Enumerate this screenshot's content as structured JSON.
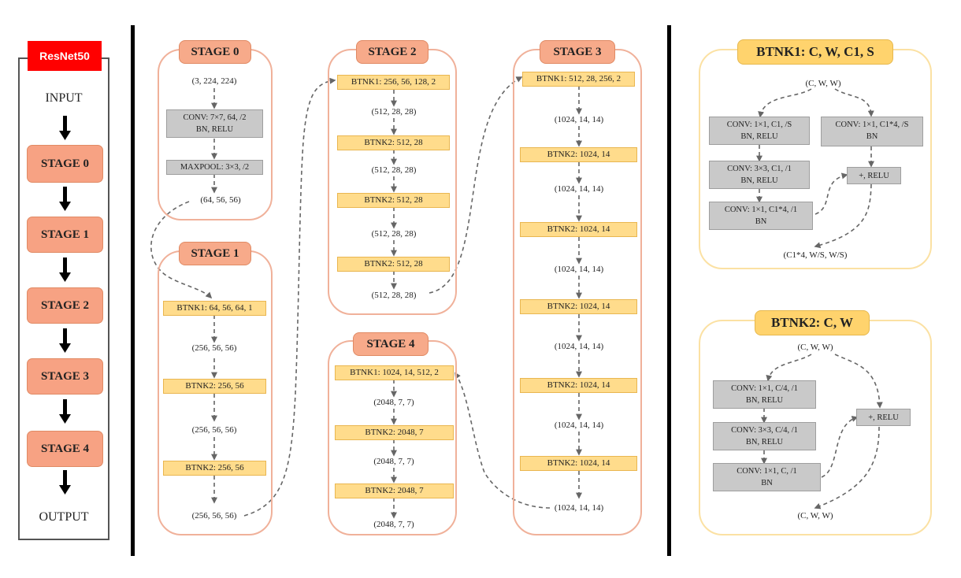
{
  "left": {
    "badge": "ResNet50",
    "input": "INPUT",
    "output": "OUTPUT",
    "stages": [
      "STAGE 0",
      "STAGE 1",
      "STAGE 2",
      "STAGE 3",
      "STAGE 4"
    ]
  },
  "stage0": {
    "title": "STAGE 0",
    "in_shape": "(3, 224, 224)",
    "conv_l1": "CONV:  7×7, 64, /2",
    "conv_l2": "BN, RELU",
    "maxpool": "MAXPOOL:  3×3, /2",
    "out_shape": "(64, 56, 56)"
  },
  "stage1": {
    "title": "STAGE 1",
    "b1": "BTNK1:  64, 56, 64, 1",
    "s1": "(256, 56, 56)",
    "b2": "BTNK2:  256, 56",
    "s2": "(256, 56, 56)",
    "b3": "BTNK2:  256, 56",
    "s3": "(256, 56, 56)"
  },
  "stage2": {
    "title": "STAGE 2",
    "b1": "BTNK1:  256, 56, 128, 2",
    "s1": "(512,  28, 28)",
    "b2": "BTNK2:  512, 28",
    "s2": "(512,  28, 28)",
    "b3": "BTNK2:  512, 28",
    "s3": "(512,  28, 28)",
    "b4": "BTNK2:  512, 28",
    "s4": "(512,  28, 28)"
  },
  "stage3": {
    "title": "STAGE 3",
    "b1": "BTNK1:  512, 28, 256, 2",
    "s1": "(1024, 14, 14)",
    "b2": "BTNK2:  1024, 14",
    "s2": "(1024, 14, 14)",
    "b3": "BTNK2:  1024, 14",
    "s3": "(1024, 14, 14)",
    "b4": "BTNK2:  1024, 14",
    "s4": "(1024, 14, 14)",
    "b5": "BTNK2:  1024, 14",
    "s5": "(1024, 14, 14)",
    "b6": "BTNK2:  1024, 14",
    "s6": "(1024, 14, 14)"
  },
  "stage4": {
    "title": "STAGE 4",
    "b1": "BTNK1:  1024, 14, 512, 2",
    "s1": "(2048,  7, 7)",
    "b2": "BTNK2:  2048, 7",
    "s2": "(2048,  7, 7)",
    "b3": "BTNK2:  2048, 7",
    "s3": "(2048,  7, 7)"
  },
  "btnk1": {
    "title": "BTNK1: C, W, C1, S",
    "in_shape": "(C,  W,  W)",
    "c1_l1": "CONV:  1×1, C1, /S",
    "c1_l2": "BN, RELU",
    "c2_l1": "CONV:  3×3, C1, /1",
    "c2_l2": "BN, RELU",
    "c3_l1": "CONV:  1×1, C1*4, /1",
    "c3_l2": "BN",
    "sc_l1": "CONV:  1×1, C1*4, /S",
    "sc_l2": "BN",
    "add": "+, RELU",
    "out_shape": "(C1*4,  W/S, W/S)"
  },
  "btnk2": {
    "title": "BTNK2: C, W",
    "in_shape": "(C, W, W)",
    "c1_l1": "CONV:  1×1, C/4, /1",
    "c1_l2": "BN, RELU",
    "c2_l1": "CONV:  3×3, C/4, /1",
    "c2_l2": "BN, RELU",
    "c3_l1": "CONV:  1×1, C, /1",
    "c3_l2": "BN",
    "add": "+, RELU",
    "out_shape": "(C, W, W)"
  }
}
